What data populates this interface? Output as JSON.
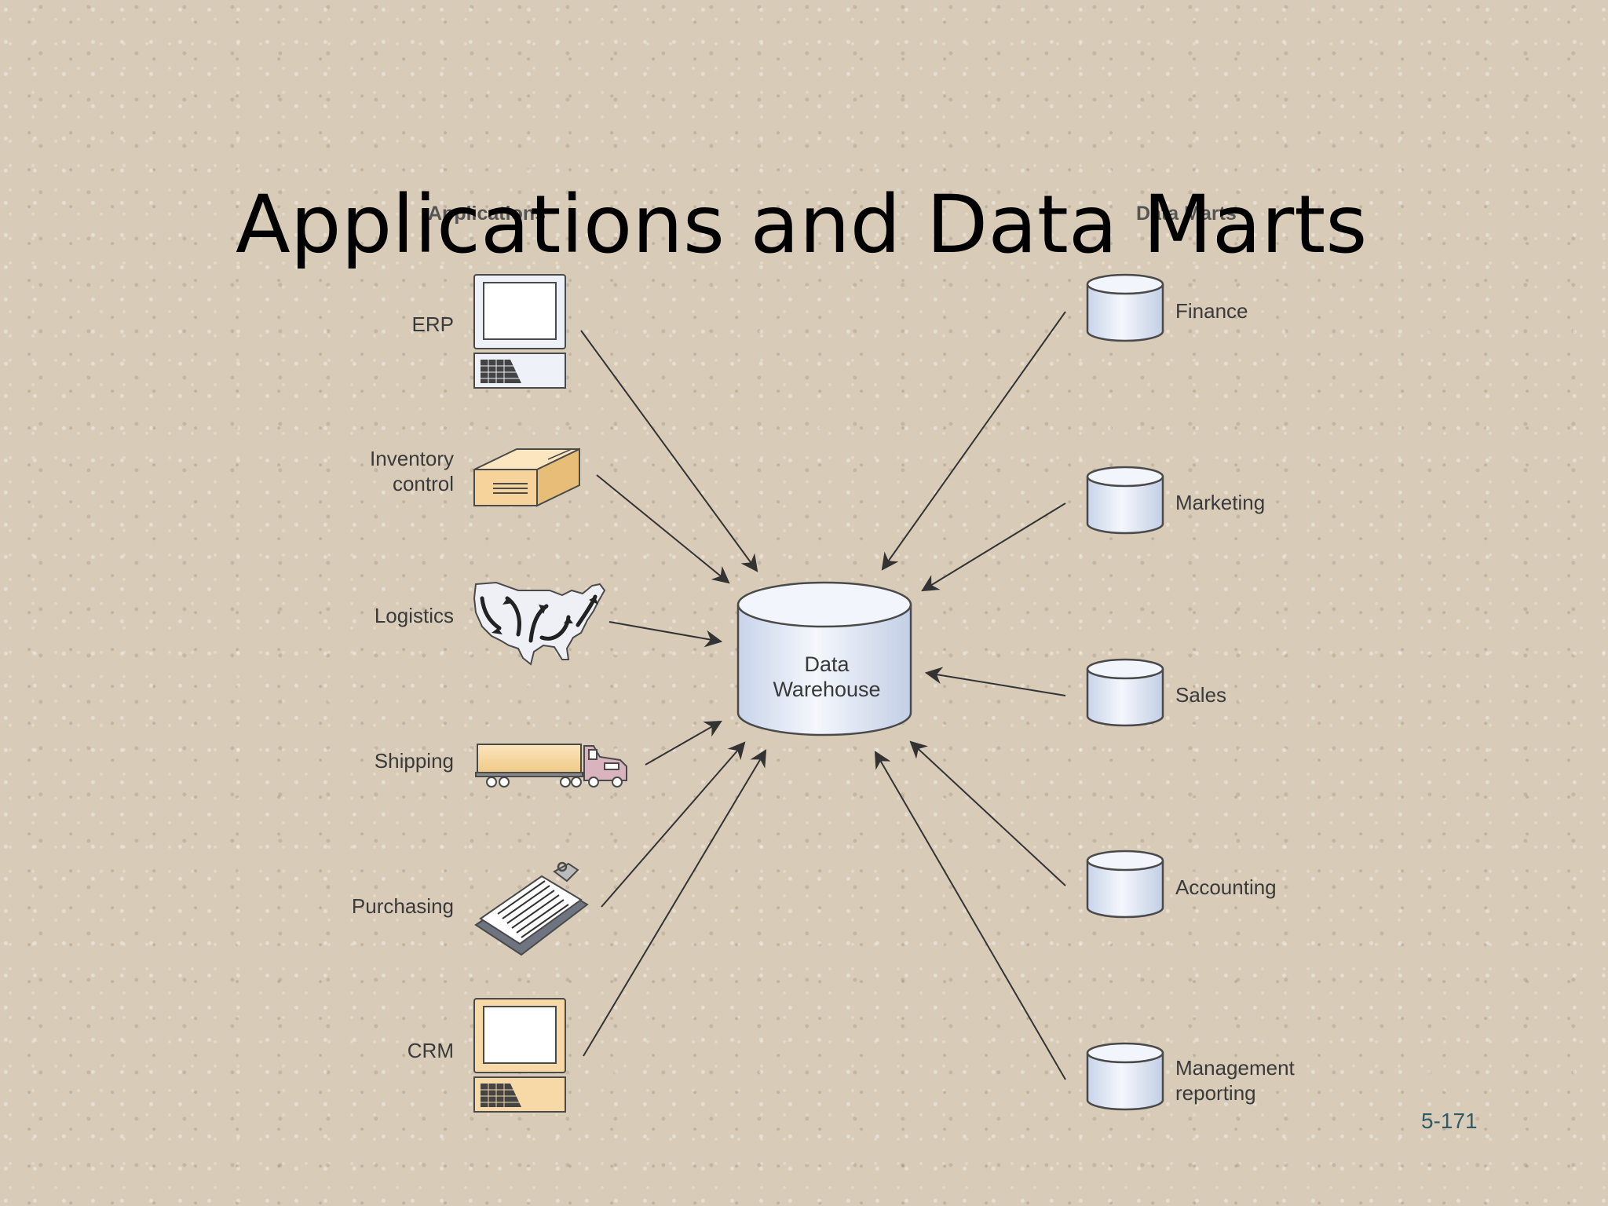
{
  "slide": {
    "title": "Applications and Data Marts",
    "number": "5-171"
  },
  "diagram": {
    "applications_heading": "Applications",
    "data_marts_heading": "Data Marts",
    "center": {
      "label_line1": "Data",
      "label_line2": "Warehouse",
      "icon": "database-cylinder-icon"
    },
    "applications": [
      {
        "label": "ERP",
        "icon": "computer-icon"
      },
      {
        "label_line1": "Inventory",
        "label_line2": "control",
        "icon": "package-box-icon"
      },
      {
        "label": "Logistics",
        "icon": "us-map-routes-icon"
      },
      {
        "label": "Shipping",
        "icon": "truck-icon"
      },
      {
        "label": "Purchasing",
        "icon": "clipboard-icon"
      },
      {
        "label": "CRM",
        "icon": "computer-icon"
      }
    ],
    "data_marts": [
      {
        "label": "Finance",
        "icon": "database-icon"
      },
      {
        "label": "Marketing",
        "icon": "database-icon"
      },
      {
        "label": "Sales",
        "icon": "database-icon"
      },
      {
        "label": "Accounting",
        "icon": "database-icon"
      },
      {
        "label_line1": "Management",
        "label_line2": "reporting",
        "icon": "database-icon"
      }
    ],
    "colors": {
      "arrow": "#333333",
      "icon_outline": "#4a4a4a",
      "cylinder_fill": "#dfe6f4",
      "cylinder_top": "#f2f5fb",
      "app_icon_fill": "#f6d9a6"
    }
  }
}
